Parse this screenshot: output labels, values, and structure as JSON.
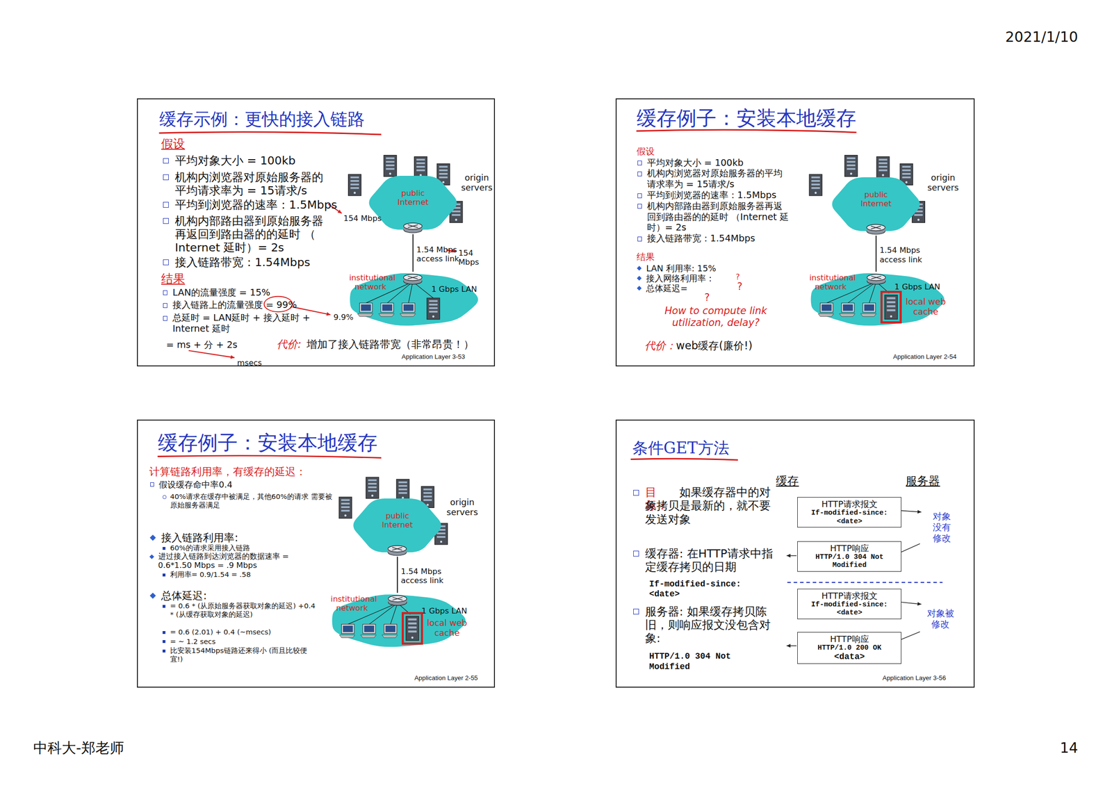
{
  "diagram": {
    "nodes": [
      {
        "text": [
          "缓存示例：更快的接入链路",
          "假设",
          "平均对象大小 = 100kb",
          "机构内浏览器对原始服务器的 平均请求率为 = 15请求/s",
          "平均到浏览器的速率：1.5Mbps",
          "机构内部路由器到原始服务器 再返回到路由器的的延时 （ Internet 延时）= 2s",
          "接入链路带宽：1.54Mbps",
          "结果",
          "LAN的流量强度 = 15%",
          "接入链路上的流量强度 = 99%",
          "总延时 = LAN延时 + 接入延时 + Internet 延时",
          "= ms + 分 + 2s",
          "代价:",
          "增加了接入链路带宽（非常昂贵！）",
          "Application Layer 3-53",
          "154 Mbps",
          "9.9%",
          "msecs",
          "154 Mbps",
          "origin servers",
          "1 Gbps LAN"
        ]
      },
      {
        "text": [
          "public Internet"
        ],
        "in": 0
      },
      {
        "text": [
          "institutional network"
        ],
        "in": 0
      },
      {
        "text": [
          "缓存例子：安装本地缓存",
          "假设",
          "平均对象大小 = 100kb",
          "机构内浏览器对原始服务器的平均 请求率为 = 15请求/s",
          "平均到浏览器的速率：1.5Mbps",
          "机构内部路由器到原始服务器再返 回到路由器的的延时 （Internet 延 时）= 2s",
          "接入链路带宽：1.54Mbps",
          "结果",
          "LAN 利用率: 15%",
          "接入网络利用率：",
          "总体延迟=",
          "?",
          "?",
          "?",
          "How to compute link utilization, delay?",
          "代价：",
          "web缓存(廉价!)",
          "Application Layer 2-54",
          "origin servers",
          "1 Gbps LAN"
        ]
      },
      {
        "text": [
          "public Internet"
        ],
        "in": 3
      },
      {
        "text": [
          "institutional network"
        ],
        "in": 3
      },
      {
        "text": [
          "local web cache"
        ],
        "in": 5
      },
      {
        "text": [
          "缓存例子：安装本地缓存",
          "计算链路利用率，有缓存的延迟：",
          "假设缓存命中率0.4",
          "40%请求在缓存中被满足，其他60%的请求 需要被原始服务器满足",
          "接入链路利用率:",
          "60%的请求采用接入链路",
          "进过接入链路到达浏览器的数据速率 = 0.6*1.50 Mbps = .9 Mbps",
          "利用率= 0.9/1.54 = .58",
          "总体延迟:",
          "= 0.6 * (从原始服务器获取对象的延迟) +0.4 * (从缓存获取对象的延迟)",
          "= 0.6 (2.01) + 0.4 (~msecs)",
          "= ~ 1.2 secs",
          "比安装154Mbps链路还来得小 (而且比较便宜!)",
          "Application Layer 2-55",
          "origin servers",
          "1 Gbps LAN"
        ]
      },
      {
        "text": [
          "public Internet"
        ],
        "in": 7
      },
      {
        "text": [
          "institutional network"
        ],
        "in": 7
      },
      {
        "text": [
          "local web cache"
        ],
        "in": 9
      },
      {
        "text": [
          "条件GET方法",
          "缓存",
          "服务器",
          "目标：",
          "如果缓存器中的对象拷贝是最新的，就不要发送对象",
          "缓存器: 在HTTP请求中指定缓存拷贝的日期",
          "If-modified-since: <date>",
          "服务器: 如果缓存拷贝陈旧，则响应报文没包含对象:",
          "HTTP/1.0 304 Not Modified",
          "Application Layer 3-56",
          "对象没有修改",
          "对象被修改"
        ]
      },
      {
        "text": [
          "HTTP请求报文",
          "If-modified-since: <date>"
        ],
        "in": 11
      },
      {
        "text": [
          "HTTP响应",
          "HTTP/1.0 304 Not Modified"
        ],
        "in": 11
      },
      {
        "text": [
          "HTTP请求报文",
          "If-modified-since: <date>"
        ],
        "in": 11
      },
      {
        "text": [
          "HTTP响应",
          "HTTP/1.0 200 OK",
          "<data>"
        ],
        "in": 11
      }
    ],
    "edges": [
      {
        "from": 1,
        "to": 2,
        "arrow": "none",
        "label": "1.54 Mbps access link"
      },
      {
        "from": 4,
        "to": 5,
        "arrow": "none",
        "label": "1.54 Mbps access link"
      },
      {
        "from": 8,
        "to": 9,
        "arrow": "none",
        "label": "1.54 Mbps access link"
      }
    ],
    "labels": [
      "2021/1/10",
      "中科大-郑老师",
      "14"
    ]
  }
}
